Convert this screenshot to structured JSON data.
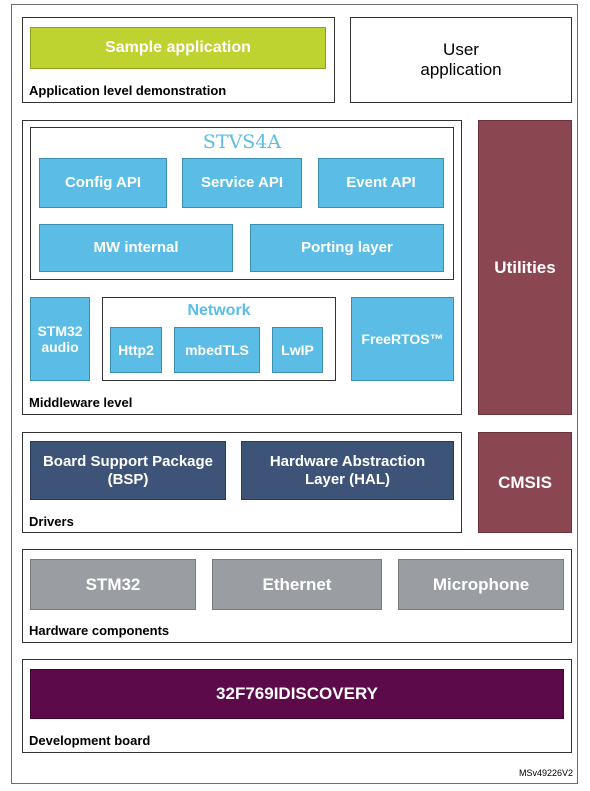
{
  "application": {
    "sample_app": "Sample application",
    "user_app_line1": "User",
    "user_app_line2": "application",
    "label": "Application level demonstration"
  },
  "middleware": {
    "stvs4a": {
      "title": "STVS4A",
      "config_api": "Config API",
      "service_api": "Service API",
      "event_api": "Event API",
      "mw_internal": "MW internal",
      "porting_layer": "Porting layer"
    },
    "stm32_audio_line1": "STM32",
    "stm32_audio_line2": "audio",
    "network": {
      "title": "Network",
      "http2": "Http2",
      "mbedtls": "mbedTLS",
      "lwip": "LwIP"
    },
    "freertos": "FreeRTOS™",
    "label": "Middleware level"
  },
  "utilities": "Utilities",
  "drivers": {
    "bsp_line1": "Board Support Package",
    "bsp_line2": "(BSP)",
    "hal_line1": "Hardware Abstraction",
    "hal_line2": "Layer (HAL)",
    "label": "Drivers"
  },
  "cmsis": "CMSIS",
  "hardware": {
    "stm32": "STM32",
    "ethernet": "Ethernet",
    "microphone": "Microphone",
    "label": "Hardware components"
  },
  "board": {
    "name": "32F769IDISCOVERY",
    "label": "Development board"
  },
  "reference": "MSv49226V2",
  "colors": {
    "api_blue": "#5bbde6",
    "driver_navy": "#3d5478",
    "hardware_grey": "#9a9ea2",
    "utility_maroon": "#8a4651",
    "board_purple": "#5c0a4a",
    "sample_green": "#bfd330"
  }
}
